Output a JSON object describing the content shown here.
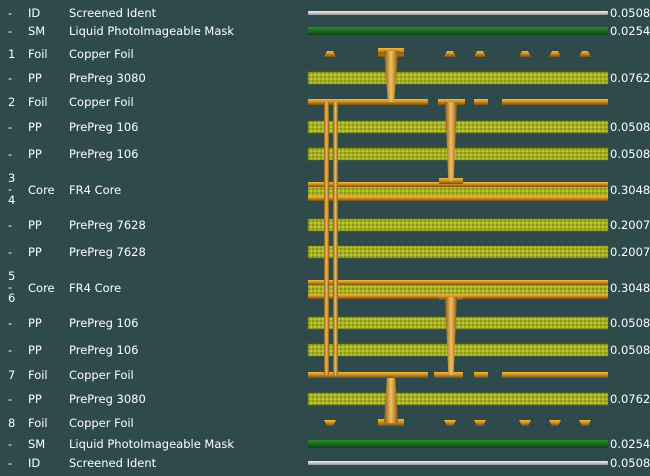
{
  "colors": {
    "background": "#2e4a4a",
    "text": "#ffffff",
    "copper": "#c88a1e",
    "prepreg": "#a2ad22",
    "soldermask": "#0e5a14",
    "silkscreen": "#cfcfcf"
  },
  "layers": [
    {
      "layer": "-",
      "type": "ID",
      "material": "Screened Ident",
      "thickness": "0.0508"
    },
    {
      "layer": "-",
      "type": "SM",
      "material": "Liquid PhotoImageable Mask",
      "thickness": "0.0254"
    },
    {
      "layer": "1",
      "type": "Foil",
      "material": "Copper Foil",
      "thickness": ""
    },
    {
      "layer": "-",
      "type": "PP",
      "material": "PrePreg 3080",
      "thickness": "0.0762"
    },
    {
      "layer": "2",
      "type": "Foil",
      "material": "Copper Foil",
      "thickness": ""
    },
    {
      "layer": "-",
      "type": "PP",
      "material": "PrePreg 106",
      "thickness": "0.0508"
    },
    {
      "layer": "-",
      "type": "PP",
      "material": "PrePreg 106",
      "thickness": "0.0508"
    },
    {
      "layer": "3\n-\n4",
      "type": "Core",
      "material": "FR4 Core",
      "thickness": "0.3048"
    },
    {
      "layer": "-",
      "type": "PP",
      "material": "PrePreg 7628",
      "thickness": "0.2007"
    },
    {
      "layer": "-",
      "type": "PP",
      "material": "PrePreg 7628",
      "thickness": "0.2007"
    },
    {
      "layer": "5\n-\n6",
      "type": "Core",
      "material": "FR4 Core",
      "thickness": "0.3048"
    },
    {
      "layer": "-",
      "type": "PP",
      "material": "PrePreg 106",
      "thickness": "0.0508"
    },
    {
      "layer": "-",
      "type": "PP",
      "material": "PrePreg 106",
      "thickness": "0.0508"
    },
    {
      "layer": "7",
      "type": "Foil",
      "material": "Copper Foil",
      "thickness": ""
    },
    {
      "layer": "-",
      "type": "PP",
      "material": "PrePreg 3080",
      "thickness": "0.0762"
    },
    {
      "layer": "8",
      "type": "Foil",
      "material": "Copper Foil",
      "thickness": ""
    },
    {
      "layer": "-",
      "type": "SM",
      "material": "Liquid PhotoImageable Mask",
      "thickness": "0.0254"
    },
    {
      "layer": "-",
      "type": "ID",
      "material": "Screened Ident",
      "thickness": "0.0508"
    }
  ]
}
